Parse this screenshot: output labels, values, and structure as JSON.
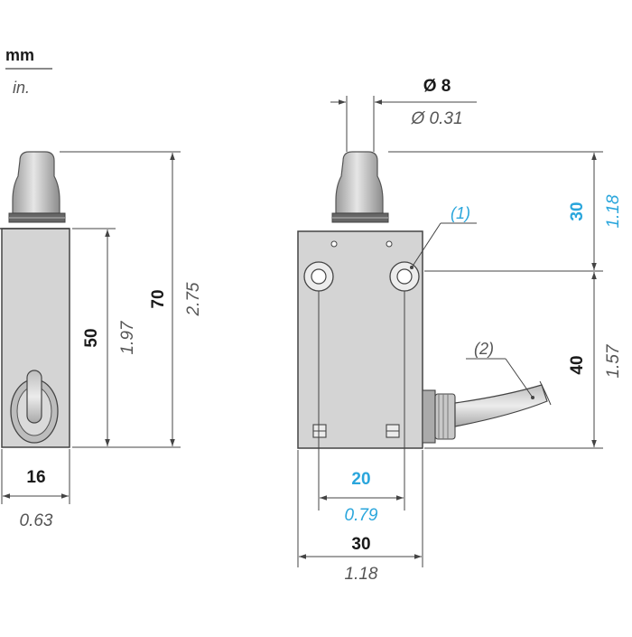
{
  "units": {
    "mm": "mm",
    "in": "in."
  },
  "side_view": {
    "width": {
      "mm": "16",
      "in": "0.63"
    },
    "body_height": {
      "mm": "50",
      "in": "1.97"
    },
    "total_height": {
      "mm": "70",
      "in": "2.75"
    }
  },
  "front_view": {
    "plunger_dia": {
      "mm": "Ø 8",
      "in": "Ø 0.31"
    },
    "plunger_height": {
      "mm": "30",
      "in": "1.18"
    },
    "body_height": {
      "mm": "40",
      "in": "1.57"
    },
    "hole_spacing": {
      "mm": "20",
      "in": "0.79"
    },
    "body_width": {
      "mm": "30",
      "in": "1.18"
    },
    "callout_1": "(1)",
    "callout_2": "(2)"
  },
  "colors": {
    "highlight": "#2aa6dc",
    "line": "#444444",
    "body": "#d4d4d4"
  }
}
